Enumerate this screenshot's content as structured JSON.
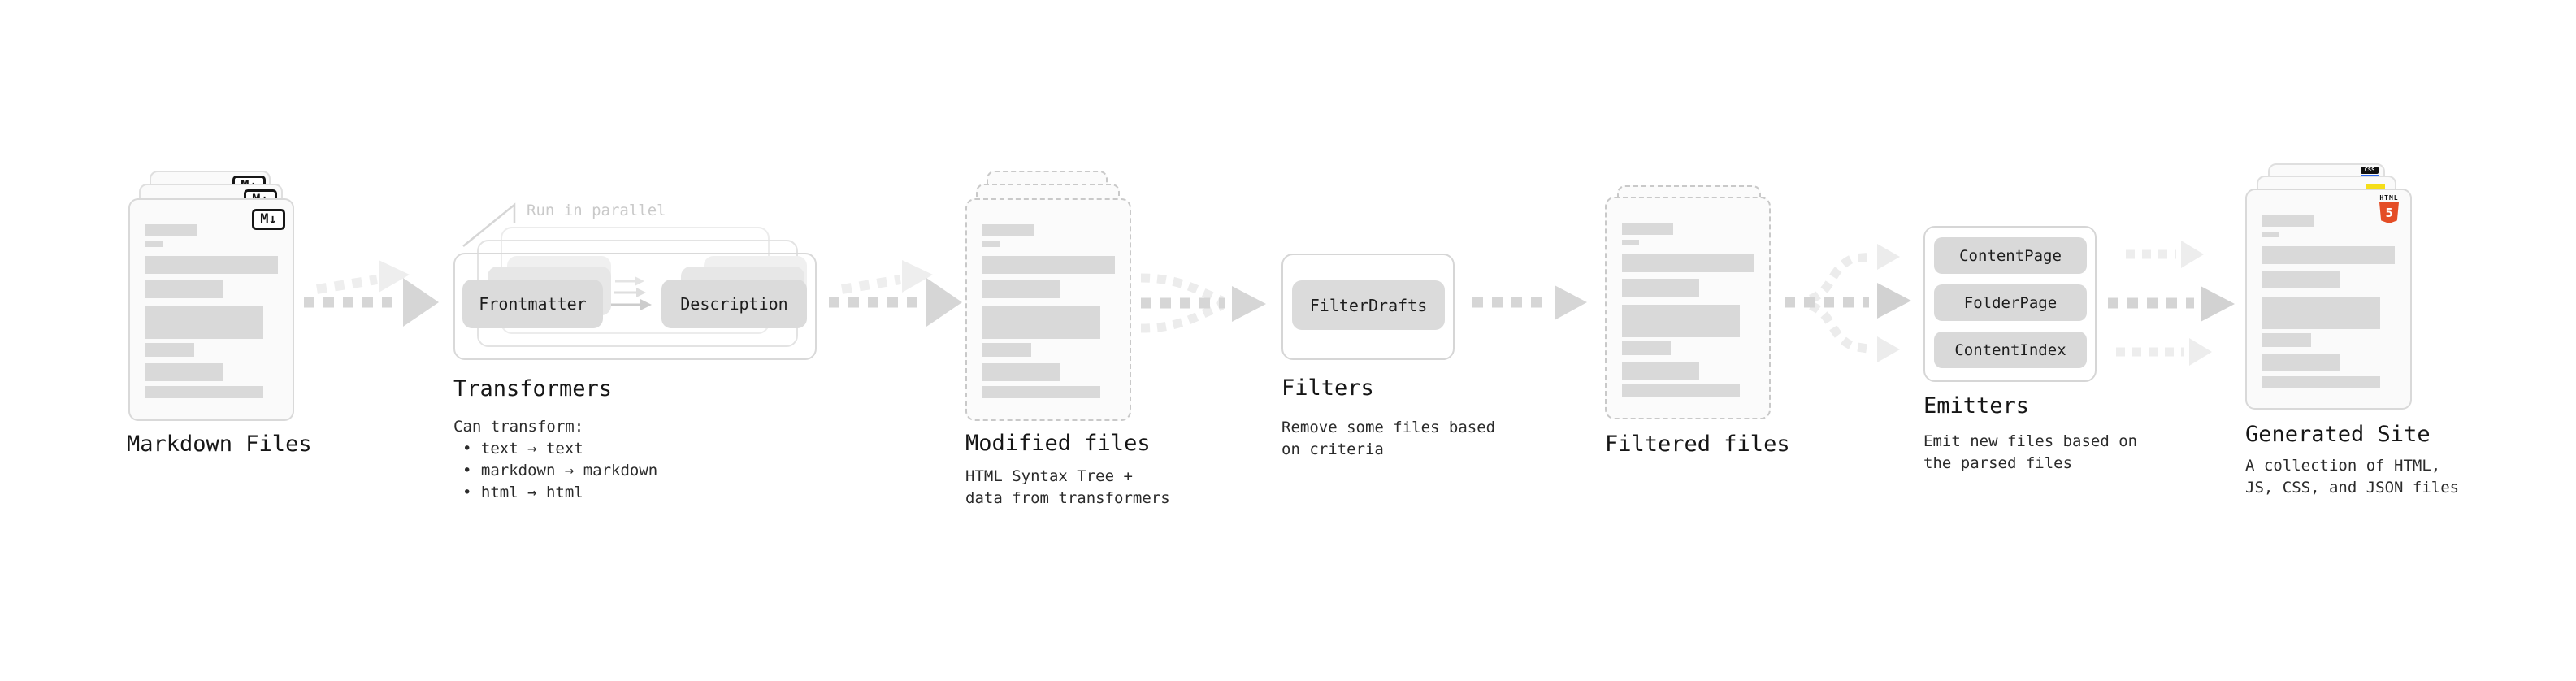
{
  "diagram": {
    "markdown_files": {
      "title": "Markdown Files",
      "badge": "M↓"
    },
    "transformers": {
      "title": "Transformers",
      "annotation": "Run in parallel",
      "pill_frontmatter": "Frontmatter",
      "pill_description": "Description",
      "lead": "Can transform:",
      "bullets": [
        "• text → text",
        "• markdown → markdown",
        "• html → html"
      ]
    },
    "modified_files": {
      "title": "Modified files",
      "desc": [
        "HTML Syntax Tree +",
        "data from transformers"
      ]
    },
    "filters": {
      "title": "Filters",
      "pill": "FilterDrafts",
      "desc": [
        "Remove some files based",
        "on criteria"
      ]
    },
    "filtered_files": {
      "title": "Filtered files"
    },
    "emitters": {
      "title": "Emitters",
      "pills": [
        "ContentPage",
        "FolderPage",
        "ContentIndex"
      ],
      "desc": [
        "Emit new files based on",
        "the parsed files"
      ]
    },
    "generated_site": {
      "title": "Generated Site",
      "desc": [
        "A collection of HTML,",
        "JS, CSS, and JSON files"
      ],
      "html5_label": "HTML",
      "html5_number": "5",
      "css_label": "CSS"
    }
  },
  "colors": {
    "html5_orange": "#e44d26",
    "js_yellow": "#f5de19",
    "css_blue": "#2965f1",
    "bar_gray": "#d9d9d9",
    "arrow_gray": "#d6d6d6",
    "arrow_light_gray": "#ececec",
    "annotation_gray": "#c9c9c9",
    "card_bg": "#fafafa"
  }
}
